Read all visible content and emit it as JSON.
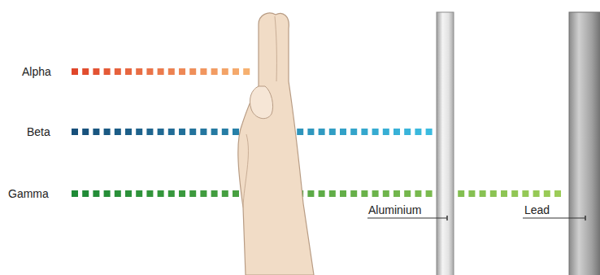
{
  "diagram": {
    "labels": [
      "Alpha",
      "Beta",
      "Gamma",
      "Aluminium",
      "Lead"
    ]
  }
}
